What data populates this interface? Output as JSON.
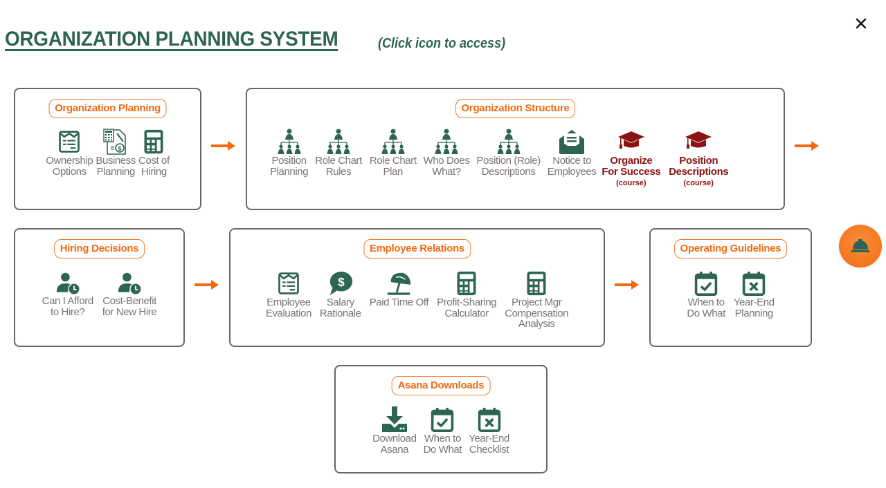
{
  "header": {
    "title": "ORGANIZATION PLANNING SYSTEM",
    "subtitle": "(Click icon to access)",
    "close_icon": "close-icon"
  },
  "colors": {
    "primary_green": "#2e6454",
    "accent_orange": "#f26a10",
    "course_red": "#8b1313",
    "label_gray": "#7a7473",
    "panel_border": "#6e6462"
  },
  "panels": {
    "organization_planning": {
      "title": "Organization Planning",
      "items": [
        {
          "label": "Ownership\nOptions",
          "icon": "document-list-icon"
        },
        {
          "label": "Business\nPlanning",
          "icon": "business-plan-icon"
        },
        {
          "label": "Cost of\nHiring",
          "icon": "calculator-icon"
        }
      ]
    },
    "organization_structure": {
      "title": "Organization Structure",
      "items": [
        {
          "label": "Position\nPlanning",
          "icon": "org-chart-icon"
        },
        {
          "label": "Role Chart\nRules",
          "icon": "org-chart-icon"
        },
        {
          "label": "Role Chart\nPlan",
          "icon": "org-chart-icon"
        },
        {
          "label": "Who Does\nWhat?",
          "icon": "org-chart-icon"
        },
        {
          "label": "Position (Role)\nDescriptions",
          "icon": "org-chart-icon"
        },
        {
          "label": "Notice to\nEmployees",
          "icon": "open-envelope-icon"
        },
        {
          "label": "Organize\nFor Success",
          "sub": "(course)",
          "icon": "graduation-cap-icon"
        },
        {
          "label": "Position\nDescriptions",
          "sub": "(course)",
          "icon": "graduation-cap-icon"
        }
      ]
    },
    "hiring_decisions": {
      "title": "Hiring Decisions",
      "items": [
        {
          "label": "Can I Afford\nto Hire?",
          "icon": "user-clock-icon"
        },
        {
          "label": "Cost-Benefit\nfor New Hire",
          "icon": "user-clock-icon"
        }
      ]
    },
    "employee_relations": {
      "title": "Employee Relations",
      "items": [
        {
          "label": "Employee\nEvaluation",
          "icon": "document-list-icon"
        },
        {
          "label": "Salary\nRationale",
          "icon": "dollar-speech-bubble-icon"
        },
        {
          "label": "Paid Time Off",
          "icon": "beach-umbrella-icon"
        },
        {
          "label": "Profit-Sharing\nCalculator",
          "icon": "calculator-icon"
        },
        {
          "label": "Project Mgr\nCompensation\nAnalysis",
          "icon": "calculator-icon"
        }
      ]
    },
    "operating_guidelines": {
      "title": "Operating Guidelines",
      "items": [
        {
          "label": "When to\nDo What",
          "icon": "calendar-check-icon"
        },
        {
          "label": "Year-End\nPlanning",
          "icon": "calendar-x-icon"
        }
      ]
    },
    "asana_downloads": {
      "title": "Asana Downloads",
      "items": [
        {
          "label": "Download\nAsana",
          "icon": "download-icon"
        },
        {
          "label": "When to\nDo What",
          "icon": "calendar-check-icon"
        },
        {
          "label": "Year-End\nChecklist",
          "icon": "calendar-x-icon"
        }
      ]
    }
  },
  "fab": {
    "icon": "hard-hat-icon"
  }
}
